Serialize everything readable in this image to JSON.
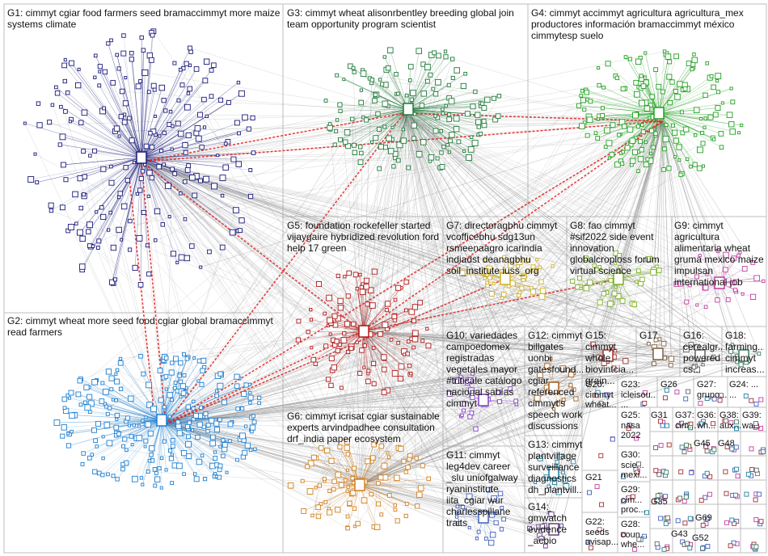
{
  "groups": [
    {
      "id": "G1",
      "label": "G1: cimmyt cgiar food farmers seed bramaccimmyt more maize systems climate",
      "color": "#1a1a7a"
    },
    {
      "id": "G2",
      "label": "G2: cimmyt wheat more seed food cgiar global bramaccimmyt read farmers",
      "color": "#1e7fd0"
    },
    {
      "id": "G3",
      "label": "G3: cimmyt wheat alisonrbentley breeding global join team opportunity program scientist",
      "color": "#1f7a3a"
    },
    {
      "id": "G4",
      "label": "G4: cimmyt accimmyt agricultura agricultura_mex productores información bramaccimmyt méxico cimmytesp suelo",
      "color": "#22a022"
    },
    {
      "id": "G5",
      "label": "G5: foundation rockefeller started vijaygaire hybridized revolution ford help 17 green",
      "color": "#b01818"
    },
    {
      "id": "G6",
      "label": "G6: cimmyt icrisat cgiar sustainable experts arvindpadhee consultation drf_india paper ecosystem",
      "color": "#d08020"
    },
    {
      "id": "G7",
      "label": "G7: directoragbhu cimmyt vcofficebhu sdg13un rsmeenaagro icarindia indiadst deanagbhu soil_institute iuss_org",
      "color": "#d0b020"
    },
    {
      "id": "G8",
      "label": "G8: fao cimmyt #sif2022 side event innovation globalcroploss forum virtual science",
      "color": "#7ab020"
    },
    {
      "id": "G9",
      "label": "G9: cimmyt agricultura alimentaria wheat gruma mexico maize impulsan international job",
      "color": "#c040a0"
    },
    {
      "id": "G10",
      "label": "G10: variedades campoedomex registradas vegetales mayor #triticale catálogo nacional sabías cimmyt",
      "color": "#8040c0"
    },
    {
      "id": "G11",
      "label": "G11: cimmyt leg4dev career _slu uniofgalway ryaninstitute iita_cgiar wur charlesspillane traits",
      "color": "#4060c0"
    },
    {
      "id": "G12",
      "label": "G12: cimmyt billgates uonbi gatesfound... cgiar referenced cimmyt's speech work discussions",
      "color": "#a06020"
    },
    {
      "id": "G13",
      "label": "G13: cimmyt plantvillage surveillance diagnostics dh_plantvill...",
      "color": "#2080a0"
    },
    {
      "id": "G14",
      "label": "G14: gmwatch evidence _acbio",
      "color": "#604080"
    },
    {
      "id": "G15",
      "label": "G15: cimmyt whole biovintcia... grain...",
      "color": "#a03030"
    },
    {
      "id": "G16",
      "label": "G16: cerealgr... powered cs...",
      "color": "#606060"
    },
    {
      "id": "G17",
      "label": "G17",
      "color": "#806040"
    },
    {
      "id": "G18",
      "label": "G18: farming... cimmyt increas...",
      "color": "#408060"
    }
  ],
  "small_groups": [
    "G20: cimmyt wheat...",
    "G21",
    "G22: seeds avisap...",
    "G23: icleisou... ...",
    "G24: ... ...",
    "G25: nasa 2022",
    "G26",
    "G27: grupo...",
    "G28: coun... whe...",
    "G29: cim... proc...",
    "G30: scie... mexi...",
    "G31",
    "G35",
    "G36: wh...",
    "G37: cim...",
    "G38: aux...",
    "G39: wa...",
    "G43",
    "G45",
    "G48",
    "G52",
    "G69"
  ]
}
